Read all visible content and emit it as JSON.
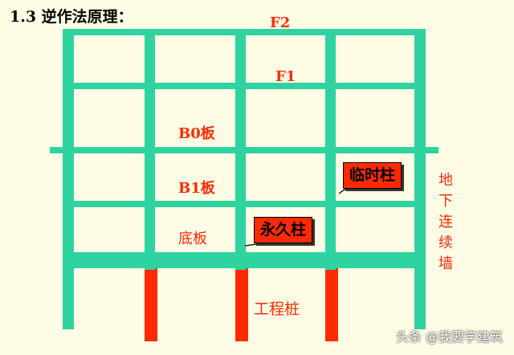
{
  "title": "1.3 逆作法原理：",
  "floors": {
    "f2": "F2",
    "f1": "F1",
    "b0": "B0板",
    "b1": "B1板",
    "base": "底板"
  },
  "callouts": {
    "temporary_column": "临时柱",
    "permanent_column": "永久柱"
  },
  "wall_label": [
    "地",
    "下",
    "连",
    "续",
    "墙"
  ],
  "pile_label": "工程桩",
  "watermark": "头条 @我要学建筑",
  "colors": {
    "structure": "#2ED3A0",
    "label": "#FF2A00",
    "background": "#FFFCE6"
  }
}
